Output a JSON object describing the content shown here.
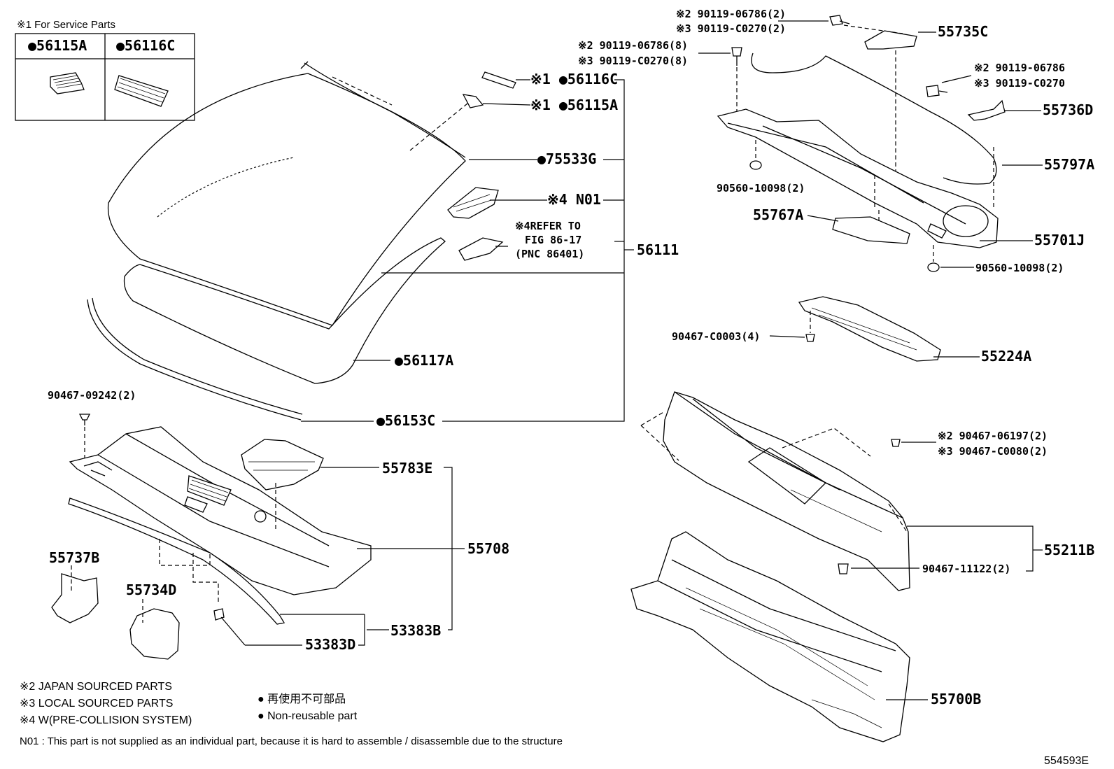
{
  "service_box": {
    "title": "※1 For Service Parts",
    "col1": "●56115A",
    "col2": "●56116C"
  },
  "labels": {
    "l56116c": "※1 ●56116C",
    "l56115a": "※1 ●56115A",
    "l75533g": "●75533G",
    "ln01": "※4 N01",
    "lref1": "※4REFER TO",
    "lref2": "FIG 86-17",
    "lref3": "(PNC 86401)",
    "l56111": "56111",
    "l56117a": "●56117A",
    "l56153c": "●56153C",
    "l90467_09242": "90467-09242(2)",
    "l55783e": "55783E",
    "l55708": "55708",
    "l55737b": "55737B",
    "l55734d": "55734D",
    "l53383b": "53383B",
    "l53383d": "53383D",
    "bolt1a": "※2 90119-06786(2)",
    "bolt1b": "※3 90119-C0270(2)",
    "l55735c": "55735C",
    "bolt2a": "※2 90119-06786(8)",
    "bolt2b": "※3 90119-C0270(8)",
    "bolt3a": "※2 90119-06786",
    "bolt3b": "※3 90119-C0270",
    "l55736d": "55736D",
    "l55797a": "55797A",
    "l90560a": "90560-10098(2)",
    "l55767a": "55767A",
    "l55701j": "55701J",
    "l90560b": "90560-10098(2)",
    "l90467_c0003": "90467-C0003(4)",
    "l55224a": "55224A",
    "clip1a": "※2 90467-06197(2)",
    "clip1b": "※3 90467-C0080(2)",
    "l55211b": "55211B",
    "l90467_11122": "90467-11122(2)",
    "l55700b": "55700B"
  },
  "notes": {
    "n2": "※2 JAPAN SOURCED PARTS",
    "n3": "※3 LOCAL SOURCED PARTS",
    "n4": "※4 W(PRE-COLLISION SYSTEM)",
    "legend_jp": "● 再使用不可部品",
    "legend_en": "● Non-reusable part",
    "n01": "N01 : This part is not supplied as an individual part, because it is hard to assemble / disassemble due to the structure",
    "figure_no": "554593E"
  }
}
